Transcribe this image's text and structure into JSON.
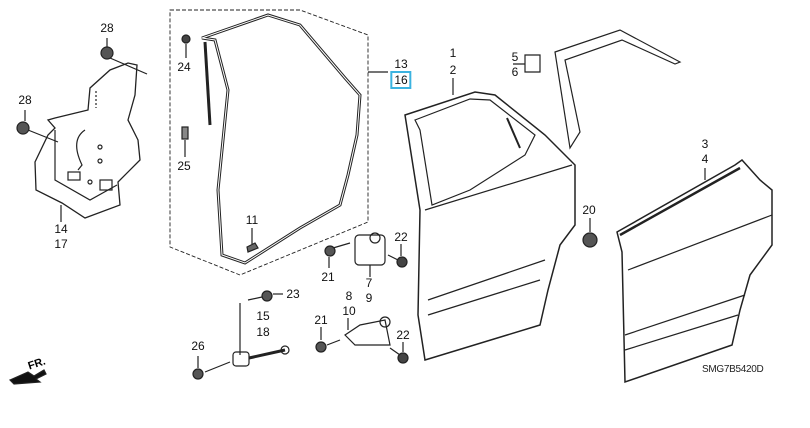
{
  "diagram": {
    "callouts": {
      "c28a": "28",
      "c28b": "28",
      "c14": "14",
      "c17": "17",
      "c24": "24",
      "c25": "25",
      "c11": "11",
      "c13": "13",
      "c16": "16",
      "c1": "1",
      "c2": "2",
      "c5": "5",
      "c6": "6",
      "c3": "3",
      "c4": "4",
      "c20": "20",
      "c22a": "22",
      "c21a": "21",
      "c7": "7",
      "c9": "9",
      "c23": "23",
      "c8": "8",
      "c10": "10",
      "c15": "15",
      "c18": "18",
      "c26": "26",
      "c21b": "21",
      "c22b": "22"
    },
    "selected_callout": "16",
    "highlight_color": "#3bb3e0",
    "diagram_code": "SMG7B5420D",
    "front_arrow_label": "FR."
  }
}
